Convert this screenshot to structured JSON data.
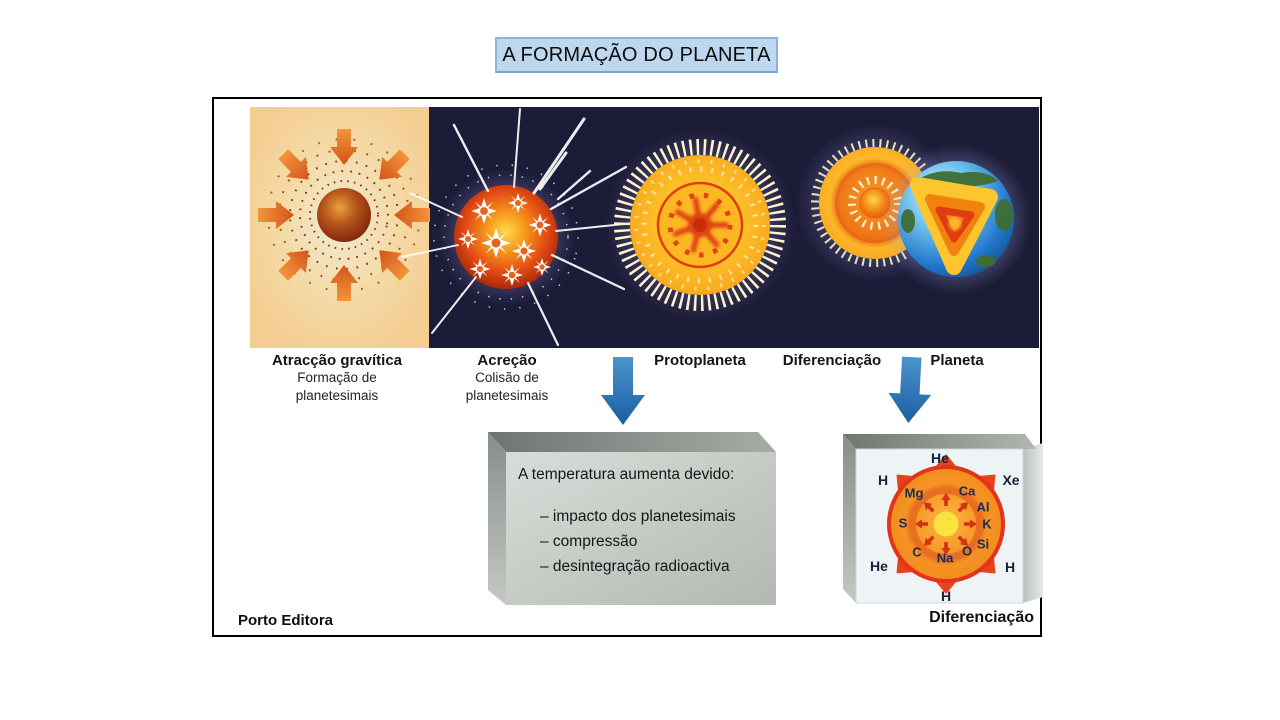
{
  "slide": {
    "title": "A FORMAÇÃO DO PLANETA"
  },
  "figure": {
    "stages": [
      {
        "label": "Atracção gravítica",
        "sub1": "Formação de",
        "sub2": "planetesimais"
      },
      {
        "label": "Acreção",
        "sub1": "Colisão de",
        "sub2": "planetesimais"
      },
      {
        "label": "Protoplaneta",
        "sub1": "",
        "sub2": ""
      },
      {
        "label": "Diferenciação",
        "sub1": "",
        "sub2": ""
      },
      {
        "label": "Planeta",
        "sub1": "",
        "sub2": ""
      }
    ],
    "temperature_box": {
      "heading": "A temperatura aumenta devido:",
      "items": [
        "– impacto dos planetesimais",
        "– compressão",
        "– desintegração radioactiva"
      ]
    },
    "differentiation_panel": {
      "caption": "Diferenciação",
      "outer_elements": {
        "top": "He",
        "top_right": "Xe",
        "top_left": "H",
        "bottom_left": "He",
        "bottom_right": "H",
        "bottom": "H"
      },
      "ring_elements": {
        "mg": "Mg",
        "ca": "Ca",
        "al": "Al",
        "s": "S",
        "k": "K",
        "si": "Si",
        "c": "C",
        "na": "Na",
        "o": "O"
      }
    },
    "credit": "Porto Editora"
  },
  "icons": {
    "flow_arrow": "blue-down-arrow",
    "inward_arrows": "orange-arrows-pointing-inward",
    "outward_arrows": "red-arrows-pointing-outward"
  },
  "colors": {
    "title_bg": "#bdd7ee",
    "title_border": "#8fb3d6",
    "flow_arrow_blue": "#2b7cba",
    "panel_navy": "#1d1c38",
    "panel_peach": "#f5d7a2",
    "element_arrow_red": "#e8421c",
    "slab_gray": "#c9cec9",
    "slab_face_blue": "#eef4f6"
  }
}
